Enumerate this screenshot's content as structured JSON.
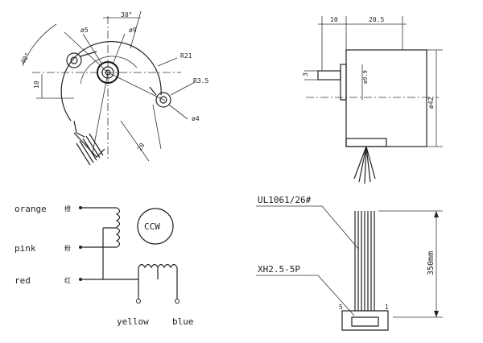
{
  "front_view": {
    "angle_30": "30°",
    "angle_40": "40°",
    "dia_5": "ø5",
    "dia_9": "ø9",
    "radius_21": "R21",
    "radius_3_5": "R3.5",
    "hole_dia_4": "ø4",
    "height_10": "10",
    "width_20": "20"
  },
  "side_view": {
    "dim_10": "10",
    "dim_20_5": "20.5",
    "dim_3": "3",
    "dim_9_9": "ø9.9",
    "dim_42": "ø42",
    "cable_spec": "UL1061/26#",
    "connector_spec": "XH2.5-5P",
    "length_350": "350mm",
    "pin_5": "5",
    "pin_1": "1"
  },
  "wiring": {
    "wires": [
      {
        "label": "orange",
        "cn": "橙"
      },
      {
        "label": "pink",
        "cn": "粉"
      },
      {
        "label": "red",
        "cn": "红"
      }
    ],
    "rotation": "CCW",
    "bottom_wires": [
      "yellow",
      "blue"
    ]
  }
}
